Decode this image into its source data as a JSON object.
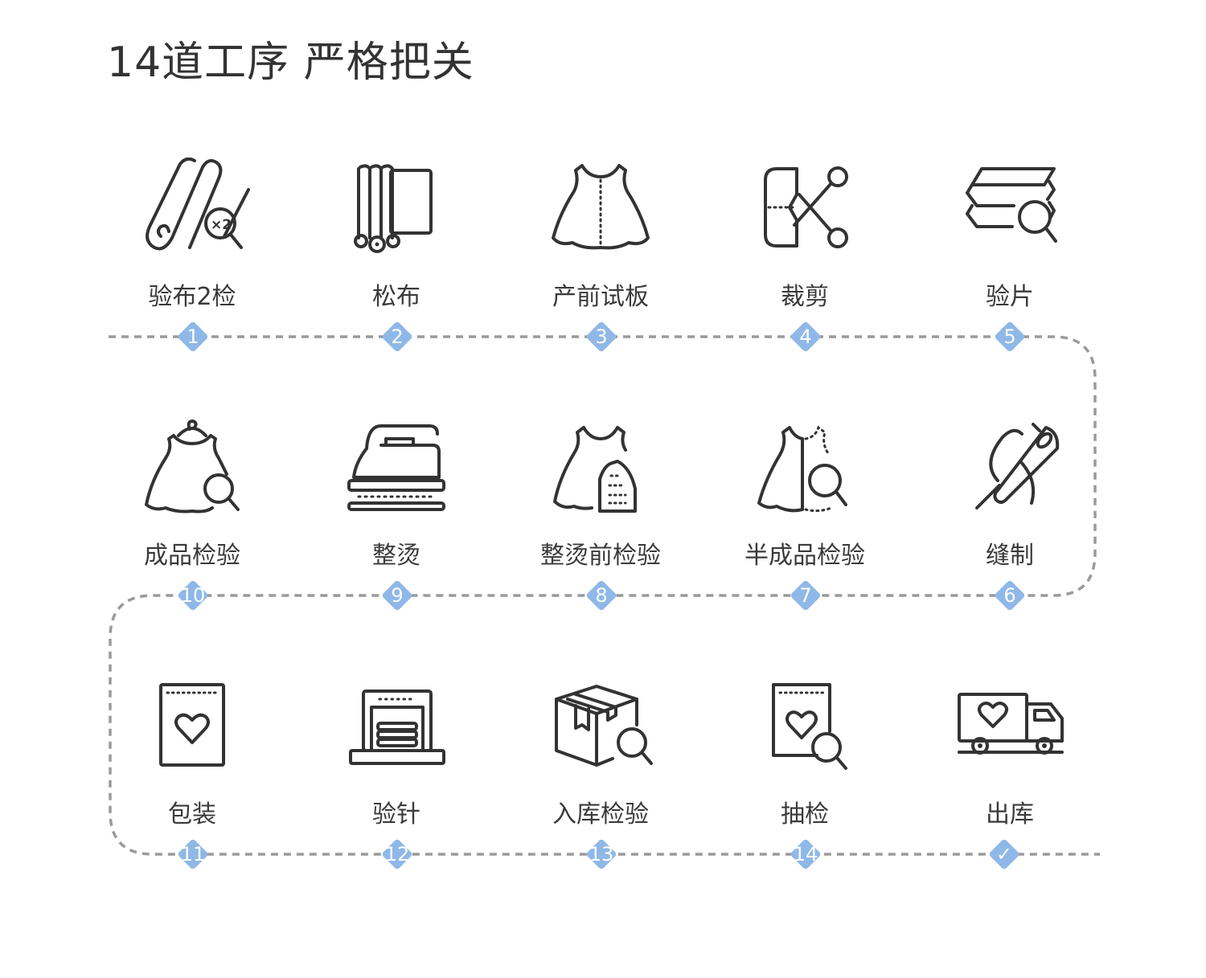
{
  "title": "14道工序  严格把关",
  "colors": {
    "marker": "#8fb8e8",
    "line": "#9a9a9a",
    "icon": "#333333"
  },
  "steps": [
    {
      "label": "验布2检",
      "num": "1",
      "icon": "fabric-roll-inspect-icon"
    },
    {
      "label": "松布",
      "num": "2",
      "icon": "fabric-rolls-icon"
    },
    {
      "label": "产前试板",
      "num": "3",
      "icon": "dress-sample-icon"
    },
    {
      "label": "裁剪",
      "num": "4",
      "icon": "scissors-cut-icon"
    },
    {
      "label": "验片",
      "num": "5",
      "icon": "fabric-pieces-inspect-icon"
    },
    {
      "label": "缝制",
      "num": "6",
      "icon": "needle-thread-icon"
    },
    {
      "label": "半成品检验",
      "num": "7",
      "icon": "half-dress-inspect-icon"
    },
    {
      "label": "整烫前检验",
      "num": "8",
      "icon": "dress-iron-inspect-icon"
    },
    {
      "label": "整烫",
      "num": "9",
      "icon": "iron-icon"
    },
    {
      "label": "成品检验",
      "num": "10",
      "icon": "dress-hanger-inspect-icon"
    },
    {
      "label": "包装",
      "num": "11",
      "icon": "package-bag-icon"
    },
    {
      "label": "验针",
      "num": "12",
      "icon": "needle-detector-icon"
    },
    {
      "label": "入库检验",
      "num": "13",
      "icon": "box-inspect-icon"
    },
    {
      "label": "抽检",
      "num": "14",
      "icon": "bag-inspect-icon"
    },
    {
      "label": "出库",
      "num": "✓",
      "icon": "delivery-truck-icon"
    }
  ]
}
